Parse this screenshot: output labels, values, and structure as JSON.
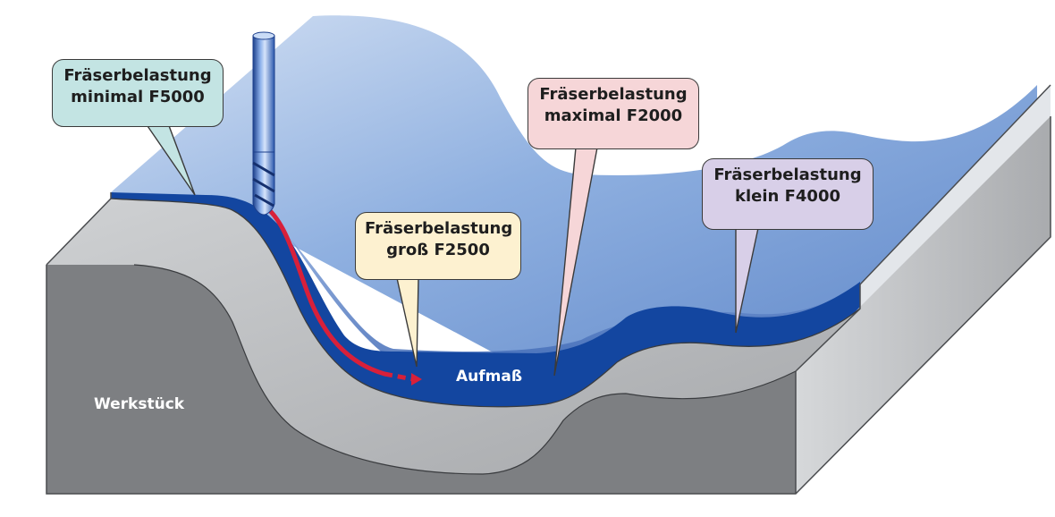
{
  "callouts": {
    "minimal": {
      "line1": "Fräserbelastung",
      "line2": "minimal F5000",
      "fill": "#c3e4e3"
    },
    "gross": {
      "line1": "Fräserbelastung",
      "line2": "groß F2500",
      "fill": "#fdf1d0"
    },
    "maximal": {
      "line1": "Fräserbelastung",
      "line2": "maximal F2000",
      "fill": "#f6d6d8"
    },
    "klein": {
      "line1": "Fräserbelastung",
      "line2": "klein F4000",
      "fill": "#d8cfe8"
    }
  },
  "labels": {
    "workpiece": "Werkstück",
    "allowance": "Aufmaß"
  },
  "colors": {
    "workpiece_gray": "#7d7f82",
    "workpiece_light": "#b9bbbd",
    "stock_blue": "#1346a0",
    "surface_blue": "#7fa7dc",
    "toolpath_red": "#d8203a"
  }
}
